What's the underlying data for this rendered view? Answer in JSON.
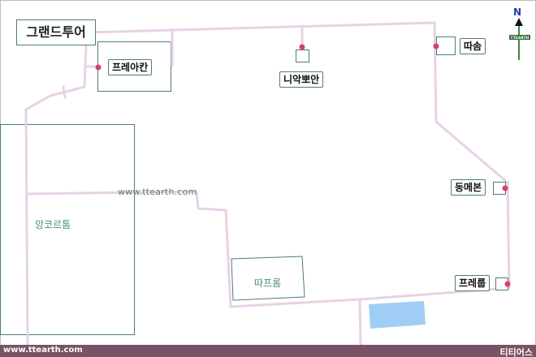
{
  "map_title": "그랜드투어",
  "labels": {
    "preah_khan": "프레아칸",
    "neak_pean": "니악뽀안",
    "ta_som": "따솜",
    "east_mebon": "동메본",
    "pre_rup": "프레룹",
    "angkor_thom": "앙코르톰",
    "ta_prohm": "따프롬"
  },
  "watermark": "www.ttearth.com",
  "footer": {
    "site": "www.ttearth.com",
    "brand": "티티어스"
  },
  "compass": {
    "letter": "N",
    "badge": "TTEARTH"
  },
  "colors": {
    "route": "#e6d2e6",
    "outline": "#4e7c78",
    "marker": "#d9406a",
    "water": "#9fcdf6",
    "footer_bar": "#7a5266",
    "compass": "#1a3fa0"
  }
}
